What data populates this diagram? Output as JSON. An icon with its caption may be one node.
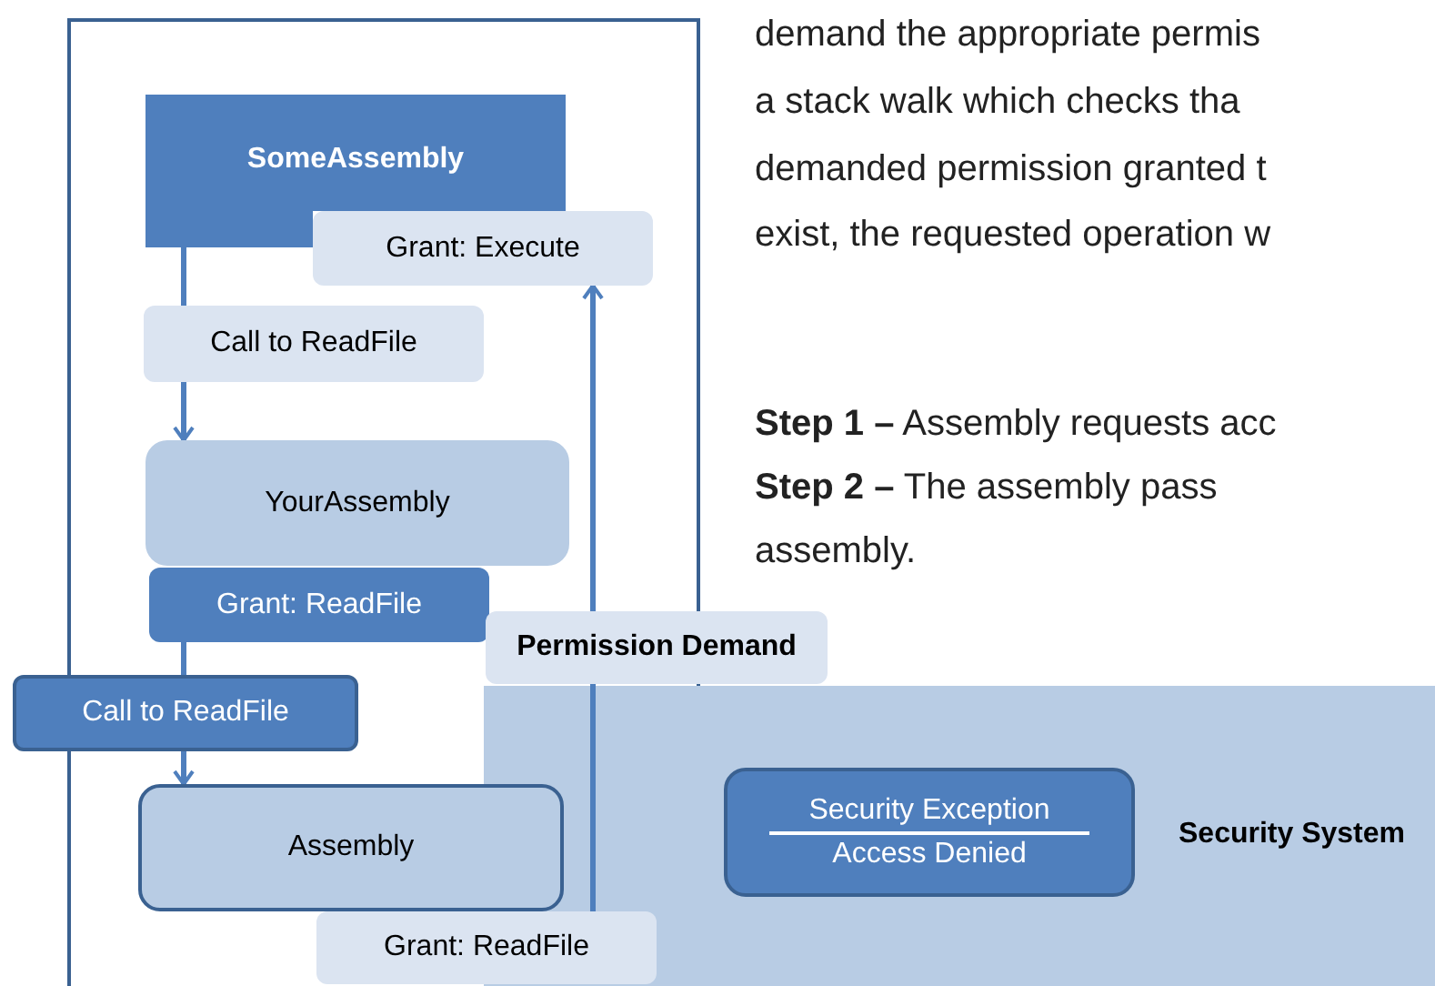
{
  "diagram": {
    "nodes": [
      {
        "text": [
          "SomeAssembly"
        ]
      },
      {
        "text": [
          "Grant: Execute"
        ]
      },
      {
        "text": [
          "Call to ReadFile"
        ]
      },
      {
        "text": [
          "YourAssembly"
        ]
      },
      {
        "text": [
          "Grant: ReadFile"
        ]
      },
      {
        "text": [
          "Call to ReadFile"
        ]
      },
      {
        "text": [
          "Assembly"
        ]
      },
      {
        "text": [
          "Grant: ReadFile"
        ]
      },
      {
        "text": [
          "Permission Demand"
        ]
      },
      {
        "text": [
          "Security System"
        ]
      },
      {
        "text": [
          "Security Exception",
          "Access Denied"
        ],
        "in": 9
      }
    ],
    "edges": [
      {
        "from": 0,
        "to": 2,
        "arrow": "none"
      },
      {
        "from": 2,
        "to": 3,
        "arrow": "to"
      },
      {
        "from": 4,
        "to": 5,
        "arrow": "none"
      },
      {
        "from": 5,
        "to": 6,
        "arrow": "to"
      },
      {
        "from": 7,
        "to": 8,
        "arrow": "none"
      },
      {
        "from": 8,
        "to": 1,
        "arrow": "to"
      }
    ],
    "labels": [
      "demand the appropriate permis",
      "a stack walk which checks tha",
      "demanded permission granted t",
      "exist, the requested operation w",
      "**Step 1 –** Assembly requests acc",
      "**Step 2 –** The assembly pass",
      "assembly."
    ]
  }
}
